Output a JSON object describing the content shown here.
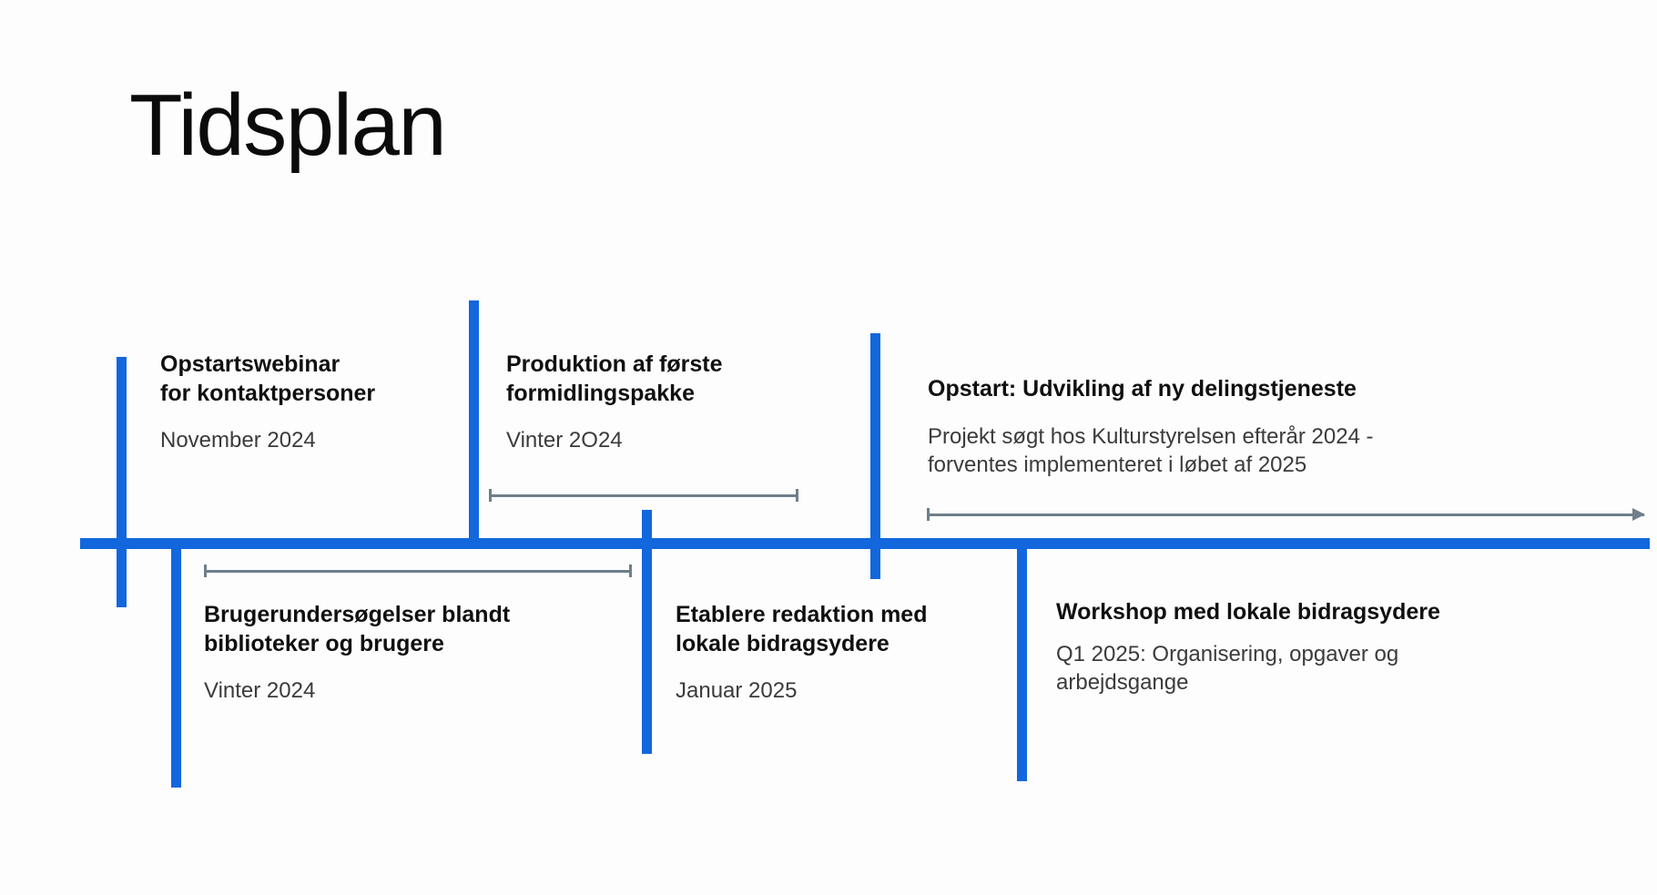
{
  "title": "Tidsplan",
  "colors": {
    "accent_blue": "#1267dd",
    "range_gray": "#6e7f8a",
    "title_text": "#0b0b0b",
    "body_text": "#3b3b3b",
    "background": "#fdfdfd"
  },
  "timeline": {
    "axis_label": "timeline-axis",
    "orientation": "horizontal",
    "arrow_direction": "right"
  },
  "events": [
    {
      "id": "opstartswebinar",
      "position": "above",
      "title": "Opstartswebinar\nfor kontaktpersoner",
      "date": "November 2024",
      "has_range_bar": false
    },
    {
      "id": "produktion-formidlingspakke",
      "position": "above",
      "title": "Produktion af første\nformidlingspakke",
      "date": "Vinter 2O24",
      "has_range_bar": true
    },
    {
      "id": "opstart-delingstjeneste",
      "position": "above",
      "title": "Opstart: Udvikling af ny delingstjeneste",
      "date": "Projekt søgt hos Kulturstyrelsen efterår 2024 -\nforventes implementeret i løbet af 2025",
      "has_range_bar": true
    },
    {
      "id": "brugerundersoegelser",
      "position": "below",
      "title": "Brugerundersøgelser blandt\nbiblioteker og brugere",
      "date": "Vinter 2024",
      "has_range_bar": true
    },
    {
      "id": "etablere-redaktion",
      "position": "below",
      "title": "Etablere redaktion med\nlokale bidragsydere",
      "date": "Januar 2025",
      "has_range_bar": false
    },
    {
      "id": "workshop-bidragsydere",
      "position": "below",
      "title": "Workshop med lokale bidragsydere",
      "date": "Q1 2025: Organisering, opgaver og\narbejdsgange",
      "has_range_bar": false
    }
  ]
}
